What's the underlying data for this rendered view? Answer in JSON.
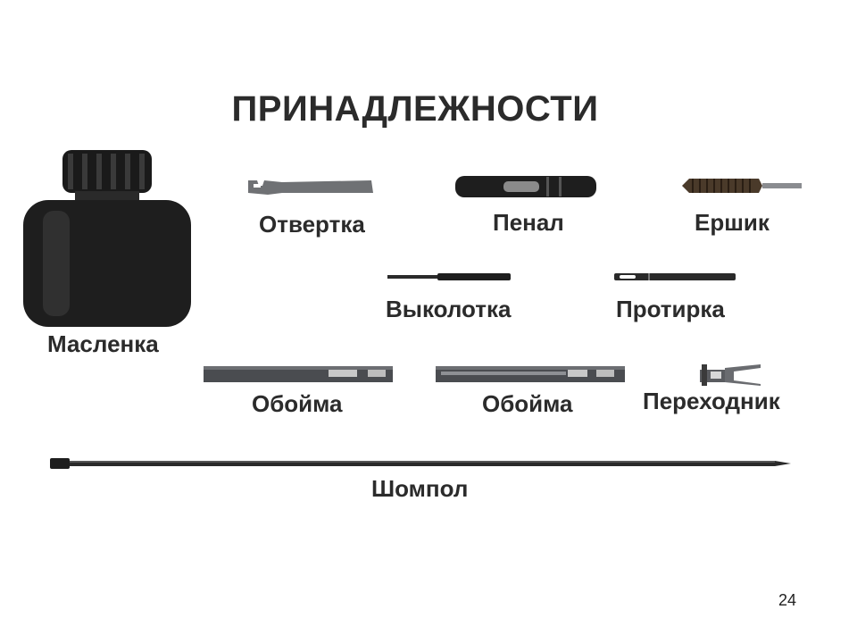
{
  "slide": {
    "title": "ПРИНАДЛЕЖНОСТИ",
    "page_number": "24"
  },
  "items": {
    "oiler": "Масленка",
    "screwdriver": "Отвертка",
    "case": "Пенал",
    "brush": "Ершик",
    "drift": "Выколотка",
    "wiper": "Протирка",
    "clip_1": "Обойма",
    "clip_2": "Обойма",
    "adapter": "Переходник",
    "cleaning_rod": "Шомпол"
  },
  "colors": {
    "item_dark": "#1e1e1e",
    "item_metal": "#6f7174",
    "label_text": "#2b2b2b"
  }
}
